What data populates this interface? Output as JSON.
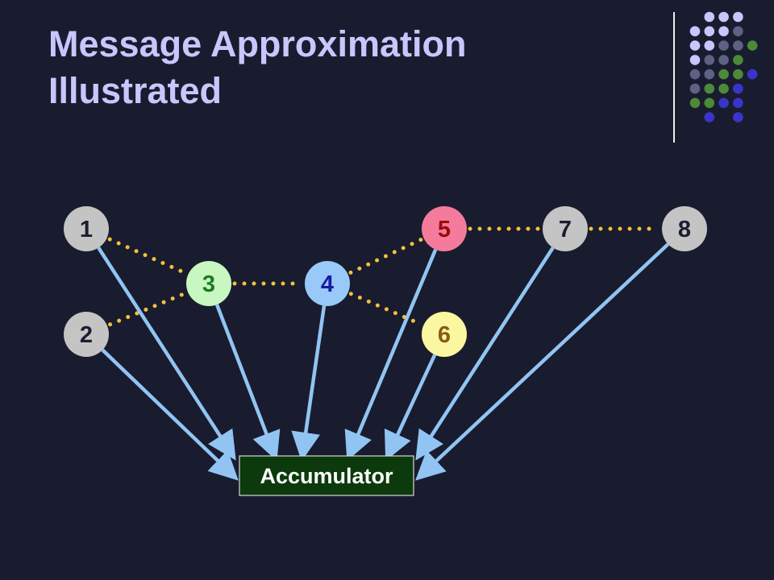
{
  "slide": {
    "title_line1": "Message Approximation",
    "title_line2": "Illustrated"
  },
  "colors": {
    "background": "#191c2e",
    "title": "#c9c6ff",
    "arrow": "#91c4f3",
    "dotted_link": "#f3c13b",
    "accumulator_fill": "#0c3a0c",
    "accumulator_text": "#ffffff"
  },
  "diagram": {
    "nodes": [
      {
        "id": "1",
        "label": "1",
        "fill": "#c4c4c4",
        "text_color": "#1b1e30"
      },
      {
        "id": "2",
        "label": "2",
        "fill": "#c4c4c4",
        "text_color": "#1b1e30"
      },
      {
        "id": "3",
        "label": "3",
        "fill": "#c8f7c2",
        "text_color": "#1f7a1f"
      },
      {
        "id": "4",
        "label": "4",
        "fill": "#98c9f8",
        "text_color": "#1a1aa0"
      },
      {
        "id": "5",
        "label": "5",
        "fill": "#f47b9c",
        "text_color": "#9c0a0a"
      },
      {
        "id": "6",
        "label": "6",
        "fill": "#fbf7a0",
        "text_color": "#8a5a14"
      },
      {
        "id": "7",
        "label": "7",
        "fill": "#c4c4c4",
        "text_color": "#1b1e30"
      },
      {
        "id": "8",
        "label": "8",
        "fill": "#c4c4c4",
        "text_color": "#1b1e30"
      }
    ],
    "dotted_links": [
      [
        "1",
        "3"
      ],
      [
        "2",
        "3"
      ],
      [
        "3",
        "4"
      ],
      [
        "4",
        "5"
      ],
      [
        "4",
        "6"
      ],
      [
        "5",
        "7"
      ],
      [
        "7",
        "8"
      ]
    ],
    "accumulator_label": "Accumulator",
    "arrows_to_accumulator": [
      "1",
      "2",
      "3",
      "4",
      "5",
      "6",
      "7",
      "8"
    ]
  },
  "logo": {
    "dot_colors": {
      "lavender": "#c9c6ff",
      "slate": "#5d6285",
      "green": "#4c8a3a",
      "blue": "#3a35c9"
    }
  }
}
